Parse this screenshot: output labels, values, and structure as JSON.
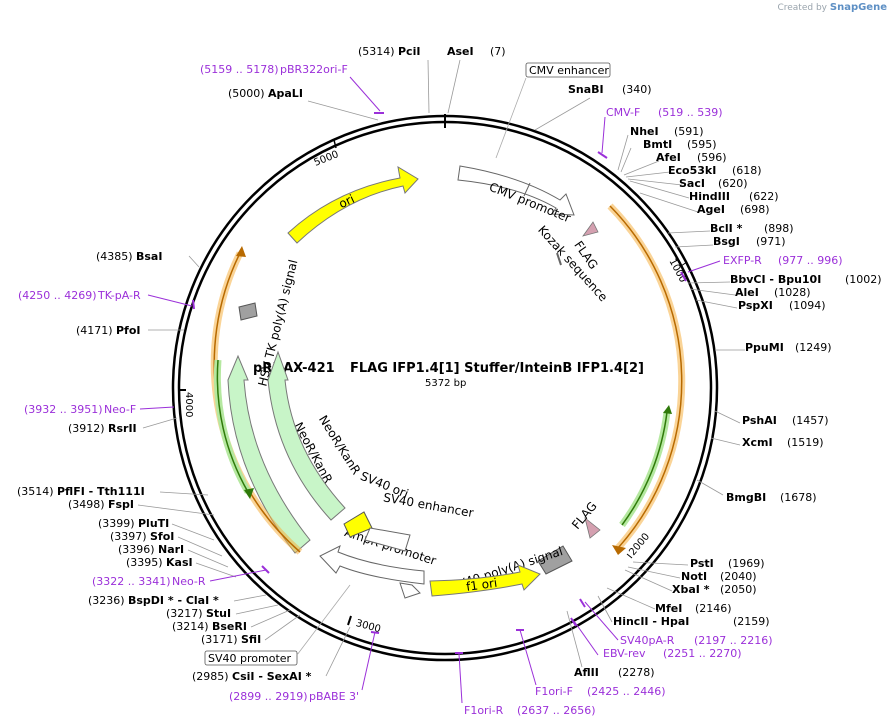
{
  "brand": {
    "prefix": "Created by",
    "name": "SnapGene"
  },
  "map": {
    "plasmid_name": "pRDAX-421",
    "insert_desc": "FLAG IFP1.4[1] Stuffer/InteinB IFP1.4[2]",
    "length": "5372 bp",
    "ticks": [
      "1000",
      "2000",
      "3000",
      "4000",
      "5000"
    ]
  },
  "features": [
    {
      "id": "ori",
      "label": "ori"
    },
    {
      "id": "cmvprom",
      "label": "CMV promoter"
    },
    {
      "id": "cmvenh",
      "label": "CMV enhancer"
    },
    {
      "id": "flag1",
      "label": "FLAG"
    },
    {
      "id": "kozak",
      "label": "Kozak sequence"
    },
    {
      "id": "flag2",
      "label": "FLAG"
    },
    {
      "id": "sv40pa",
      "label": "SV40 poly(A) signal"
    },
    {
      "id": "f1ori",
      "label": "f1 ori"
    },
    {
      "id": "amprprom",
      "label": "AmpR promoter"
    },
    {
      "id": "sv40ori",
      "label": "SV40 ori"
    },
    {
      "id": "sv40enh",
      "label": "SV40 enhancer"
    },
    {
      "id": "sv40prom",
      "label": "SV40 promoter"
    },
    {
      "id": "neor1",
      "label": "NeoR/KanR"
    },
    {
      "id": "neor2",
      "label": "NeoR/KanR"
    },
    {
      "id": "hsvtk",
      "label": "HSV TK poly(A) signal"
    }
  ],
  "sites": [
    {
      "id": "pcii",
      "pos": "(5314)",
      "name": "PciI"
    },
    {
      "id": "asei",
      "pos": "(7)",
      "name": "AseI"
    },
    {
      "id": "apali",
      "pos": "(5000)",
      "name": "ApaLI"
    },
    {
      "id": "snabi",
      "pos": "(340)",
      "name": "SnaBI"
    },
    {
      "id": "nhei",
      "pos": "(591)",
      "name": "NheI"
    },
    {
      "id": "bmti",
      "pos": "(595)",
      "name": "BmtI"
    },
    {
      "id": "afei",
      "pos": "(596)",
      "name": "AfeI"
    },
    {
      "id": "eco53ki",
      "pos": "(618)",
      "name": "Eco53kI"
    },
    {
      "id": "saci",
      "pos": "(620)",
      "name": "SacI"
    },
    {
      "id": "hindiii",
      "pos": "(622)",
      "name": "HindIII"
    },
    {
      "id": "agei",
      "pos": "(698)",
      "name": "AgeI"
    },
    {
      "id": "bcli",
      "pos": "(898)",
      "name": "BclI *"
    },
    {
      "id": "bsgi",
      "pos": "(971)",
      "name": "BsgI"
    },
    {
      "id": "bbvci",
      "pos": "(1002)",
      "name": "BbvCI - Bpu10I"
    },
    {
      "id": "alei",
      "pos": "(1028)",
      "name": "AleI"
    },
    {
      "id": "pspxi",
      "pos": "(1094)",
      "name": "PspXI"
    },
    {
      "id": "ppumi",
      "pos": "(1249)",
      "name": "PpuMI"
    },
    {
      "id": "pshai",
      "pos": "(1457)",
      "name": "PshAI"
    },
    {
      "id": "xcmi",
      "pos": "(1519)",
      "name": "XcmI"
    },
    {
      "id": "bmgbi",
      "pos": "(1678)",
      "name": "BmgBI"
    },
    {
      "id": "psti",
      "pos": "(1969)",
      "name": "PstI"
    },
    {
      "id": "noti",
      "pos": "(2040)",
      "name": "NotI"
    },
    {
      "id": "xbai",
      "pos": "(2050)",
      "name": "XbaI *"
    },
    {
      "id": "mfei",
      "pos": "(2146)",
      "name": "MfeI"
    },
    {
      "id": "hincii",
      "pos": "(2159)",
      "name": "HincII - HpaI"
    },
    {
      "id": "aflii",
      "pos": "(2278)",
      "name": "AflII"
    },
    {
      "id": "bsai",
      "pos": "(4385)",
      "name": "BsaI"
    },
    {
      "id": "pfoi",
      "pos": "(4171)",
      "name": "PfoI"
    },
    {
      "id": "rsrii",
      "pos": "(3912)",
      "name": "RsrII"
    },
    {
      "id": "pflfi",
      "pos": "(3514)",
      "name": "PflFI - Tth111I"
    },
    {
      "id": "fspi",
      "pos": "(3498)",
      "name": "FspI"
    },
    {
      "id": "pluti",
      "pos": "(3399)",
      "name": "PluTI"
    },
    {
      "id": "sfoi",
      "pos": "(3397)",
      "name": "SfoI"
    },
    {
      "id": "nari",
      "pos": "(3396)",
      "name": "NarI"
    },
    {
      "id": "kasi",
      "pos": "(3395)",
      "name": "KasI"
    },
    {
      "id": "bspdi",
      "pos": "(3236)",
      "name": "BspDI * - ClaI *"
    },
    {
      "id": "stui",
      "pos": "(3217)",
      "name": "StuI"
    },
    {
      "id": "bseri",
      "pos": "(3214)",
      "name": "BseRI"
    },
    {
      "id": "sfii",
      "pos": "(3171)",
      "name": "SfiI"
    },
    {
      "id": "csii",
      "pos": "(2985)",
      "name": "CsiI - SexAI *"
    }
  ],
  "primers": [
    {
      "id": "pbr322",
      "range": "(5159 .. 5178)",
      "name": "pBR322ori-F"
    },
    {
      "id": "cmvf",
      "range": "(519 .. 539)",
      "name": "CMV-F"
    },
    {
      "id": "exfpr",
      "range": "(977 .. 996)",
      "name": "EXFP-R"
    },
    {
      "id": "tkpar",
      "range": "(4250 .. 4269)",
      "name": "TK-pA-R"
    },
    {
      "id": "neof",
      "range": "(3932 .. 3951)",
      "name": "Neo-F"
    },
    {
      "id": "neor",
      "range": "(3322 .. 3341)",
      "name": "Neo-R"
    },
    {
      "id": "sv40par",
      "range": "(2197 .. 2216)",
      "name": "SV40pA-R"
    },
    {
      "id": "ebvrev",
      "range": "(2251 .. 2270)",
      "name": "EBV-rev"
    },
    {
      "id": "f1orif",
      "range": "(2425 .. 2446)",
      "name": "F1ori-F"
    },
    {
      "id": "f1orir",
      "range": "(2637 .. 2656)",
      "name": "F1ori-R"
    },
    {
      "id": "pbabe",
      "range": "(2899 .. 2919)",
      "name": "pBABE 3'"
    }
  ],
  "colors": {
    "primer": "#9b30d9",
    "ori": "#ffff00",
    "neo": "#c8f5c8",
    "flag": "#d4a0b0",
    "orf": "#f5b041",
    "orfGreen": "#6bbf3a",
    "promoter": "#ffffff",
    "polyA": "#a0a0a0"
  }
}
